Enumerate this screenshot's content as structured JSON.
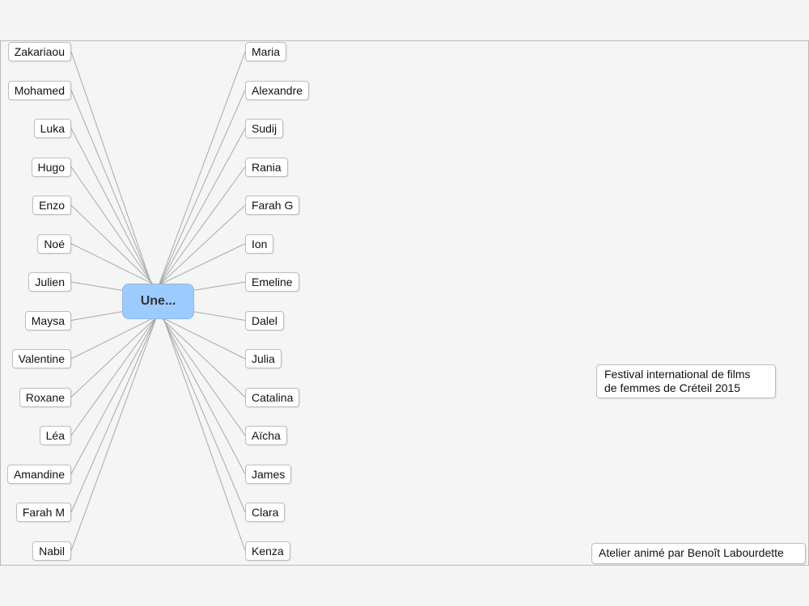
{
  "central": {
    "label": "Une..."
  },
  "left_nodes": [
    "Zakariaou",
    "Mohamed",
    "Luka",
    "Hugo",
    "Enzo",
    "Noé",
    "Julien",
    "Maysa",
    "Valentine",
    "Roxane",
    "Léa",
    "Amandine",
    "Farah M",
    "Nabil"
  ],
  "right_nodes": [
    "Maria",
    "Alexandre",
    "Sudij",
    "Rania",
    "Farah G",
    "Ion",
    "Emeline",
    "Dalel",
    "Julia",
    "Catalina",
    "Aïcha",
    "James",
    "Clara",
    "Kenza"
  ],
  "notes": {
    "festival": [
      "Festival international de films",
      "de femmes de Créteil 2015"
    ],
    "atelier": "Atelier animé par Benoît Labourdette"
  },
  "colors": {
    "central_fill": "#9ccbff",
    "central_border": "#8fb8e6",
    "link": "#a9a9a9"
  }
}
